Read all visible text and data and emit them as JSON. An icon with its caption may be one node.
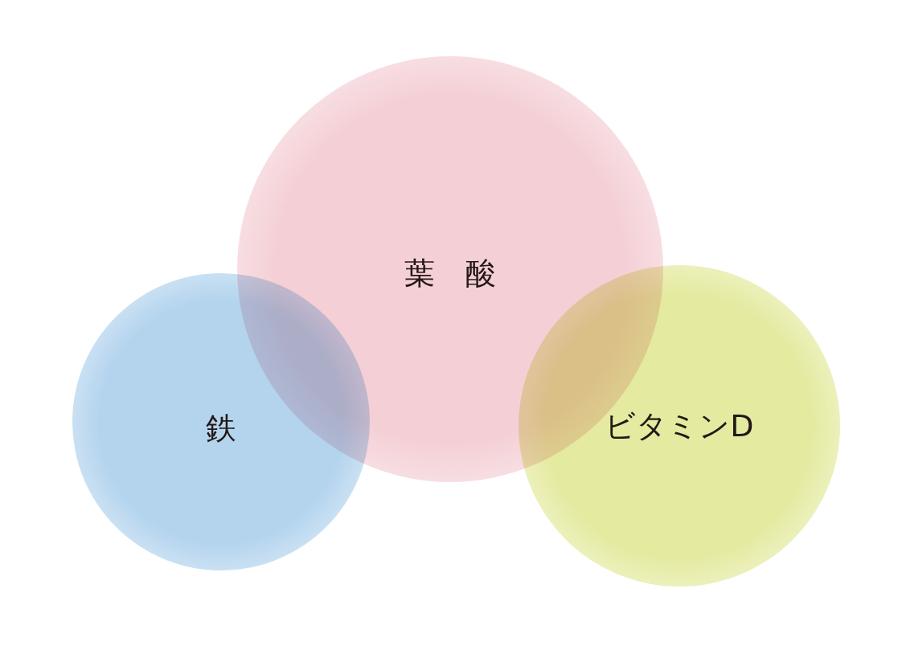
{
  "diagram": {
    "nodes": [
      {
        "text": [
          "葉　酸"
        ]
      },
      {
        "text": [
          "鉄"
        ]
      },
      {
        "text": [
          "ビタミンD"
        ]
      }
    ]
  }
}
